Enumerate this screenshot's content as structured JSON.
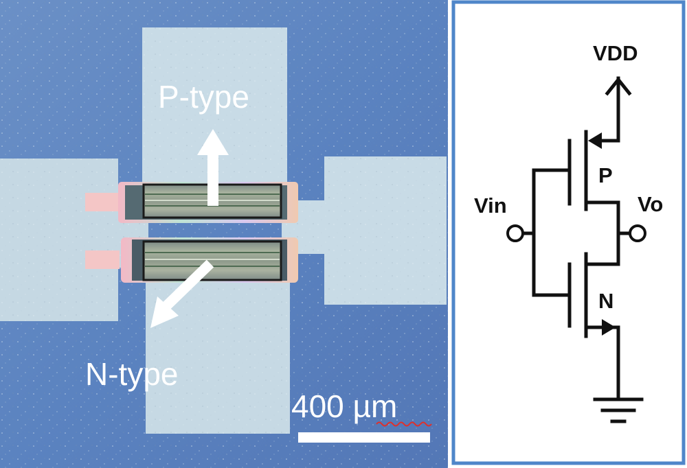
{
  "micrograph": {
    "p_type_label": "P-type",
    "n_type_label": "N-type",
    "scale_bar_label": "400 µm"
  },
  "schematic": {
    "vdd_label": "VDD",
    "vin_label": "Vin",
    "vo_label": "Vo",
    "p_label": "P",
    "n_label": "N"
  },
  "colors": {
    "substrate": "#5e86c2",
    "metal_pad": "#c9dde8",
    "semiconductor_channel": "#8c9a8e",
    "contact_pink": "#f4c4c4",
    "annotation_white": "#ffffff",
    "panel_border": "#4f86c9",
    "schematic_ink": "#111111"
  }
}
